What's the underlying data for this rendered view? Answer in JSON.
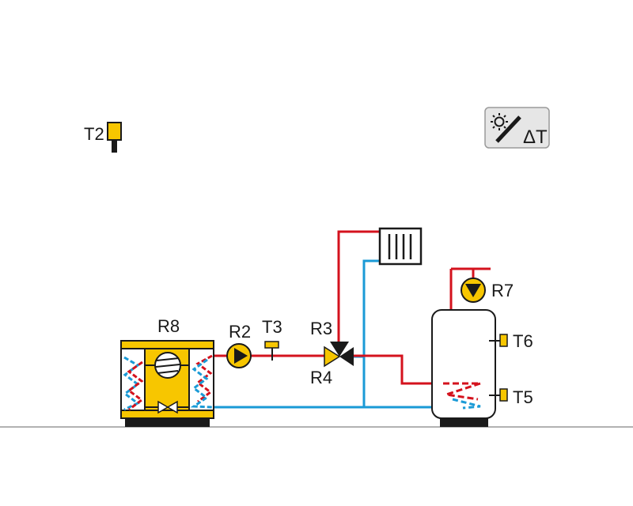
{
  "labels": {
    "t2": "T2",
    "r8": "R8",
    "r2": "R2",
    "t3": "T3",
    "r3": "R3",
    "r4": "R4",
    "r7": "R7",
    "t6": "T6",
    "t5": "T5"
  },
  "solar_mode": {
    "icon": "sun-collector-icon",
    "label": "ΔT"
  },
  "colors": {
    "hot_line": "#d4121d",
    "cold_line": "#1a9ad6",
    "component_yellow": "#f7c600",
    "outline": "#1a1a1a",
    "floor": "#999999",
    "button_bg": "#e6e6e6"
  }
}
